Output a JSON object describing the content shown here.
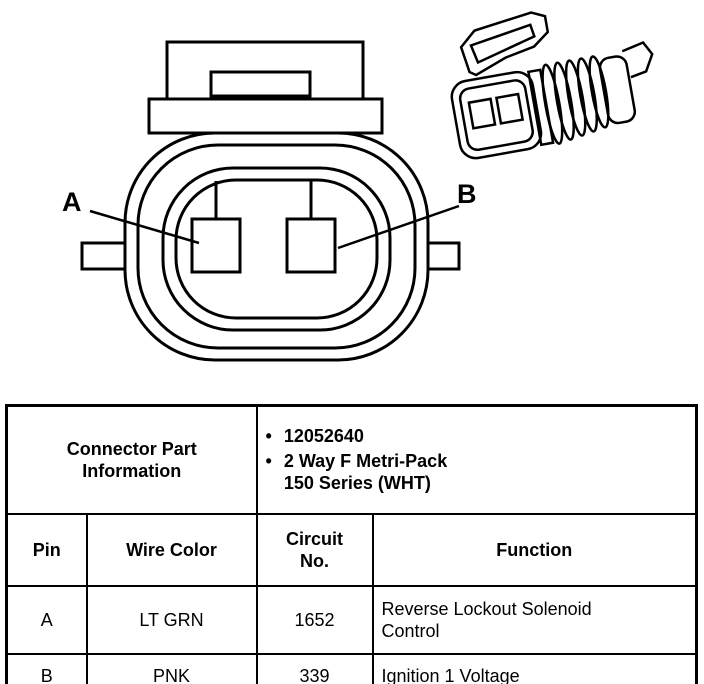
{
  "diagram": {
    "pin_a_label": "A",
    "pin_b_label": "B"
  },
  "table": {
    "part_info": {
      "title": "Connector Part Information",
      "bullet_char": "•",
      "items": [
        "12052640",
        "2 Way F Metri-Pack 150 Series (WHT)"
      ]
    },
    "headers": {
      "pin": "Pin",
      "wire_color": "Wire Color",
      "circuit_no": "Circuit\nNo.",
      "function": "Function"
    },
    "rows": [
      {
        "pin": "A",
        "wire_color": "LT GRN",
        "circuit_no": "1652",
        "function": "Reverse Lockout Solenoid Control"
      },
      {
        "pin": "B",
        "wire_color": "PNK",
        "circuit_no": "339",
        "function": "Ignition 1 Voltage"
      }
    ]
  }
}
